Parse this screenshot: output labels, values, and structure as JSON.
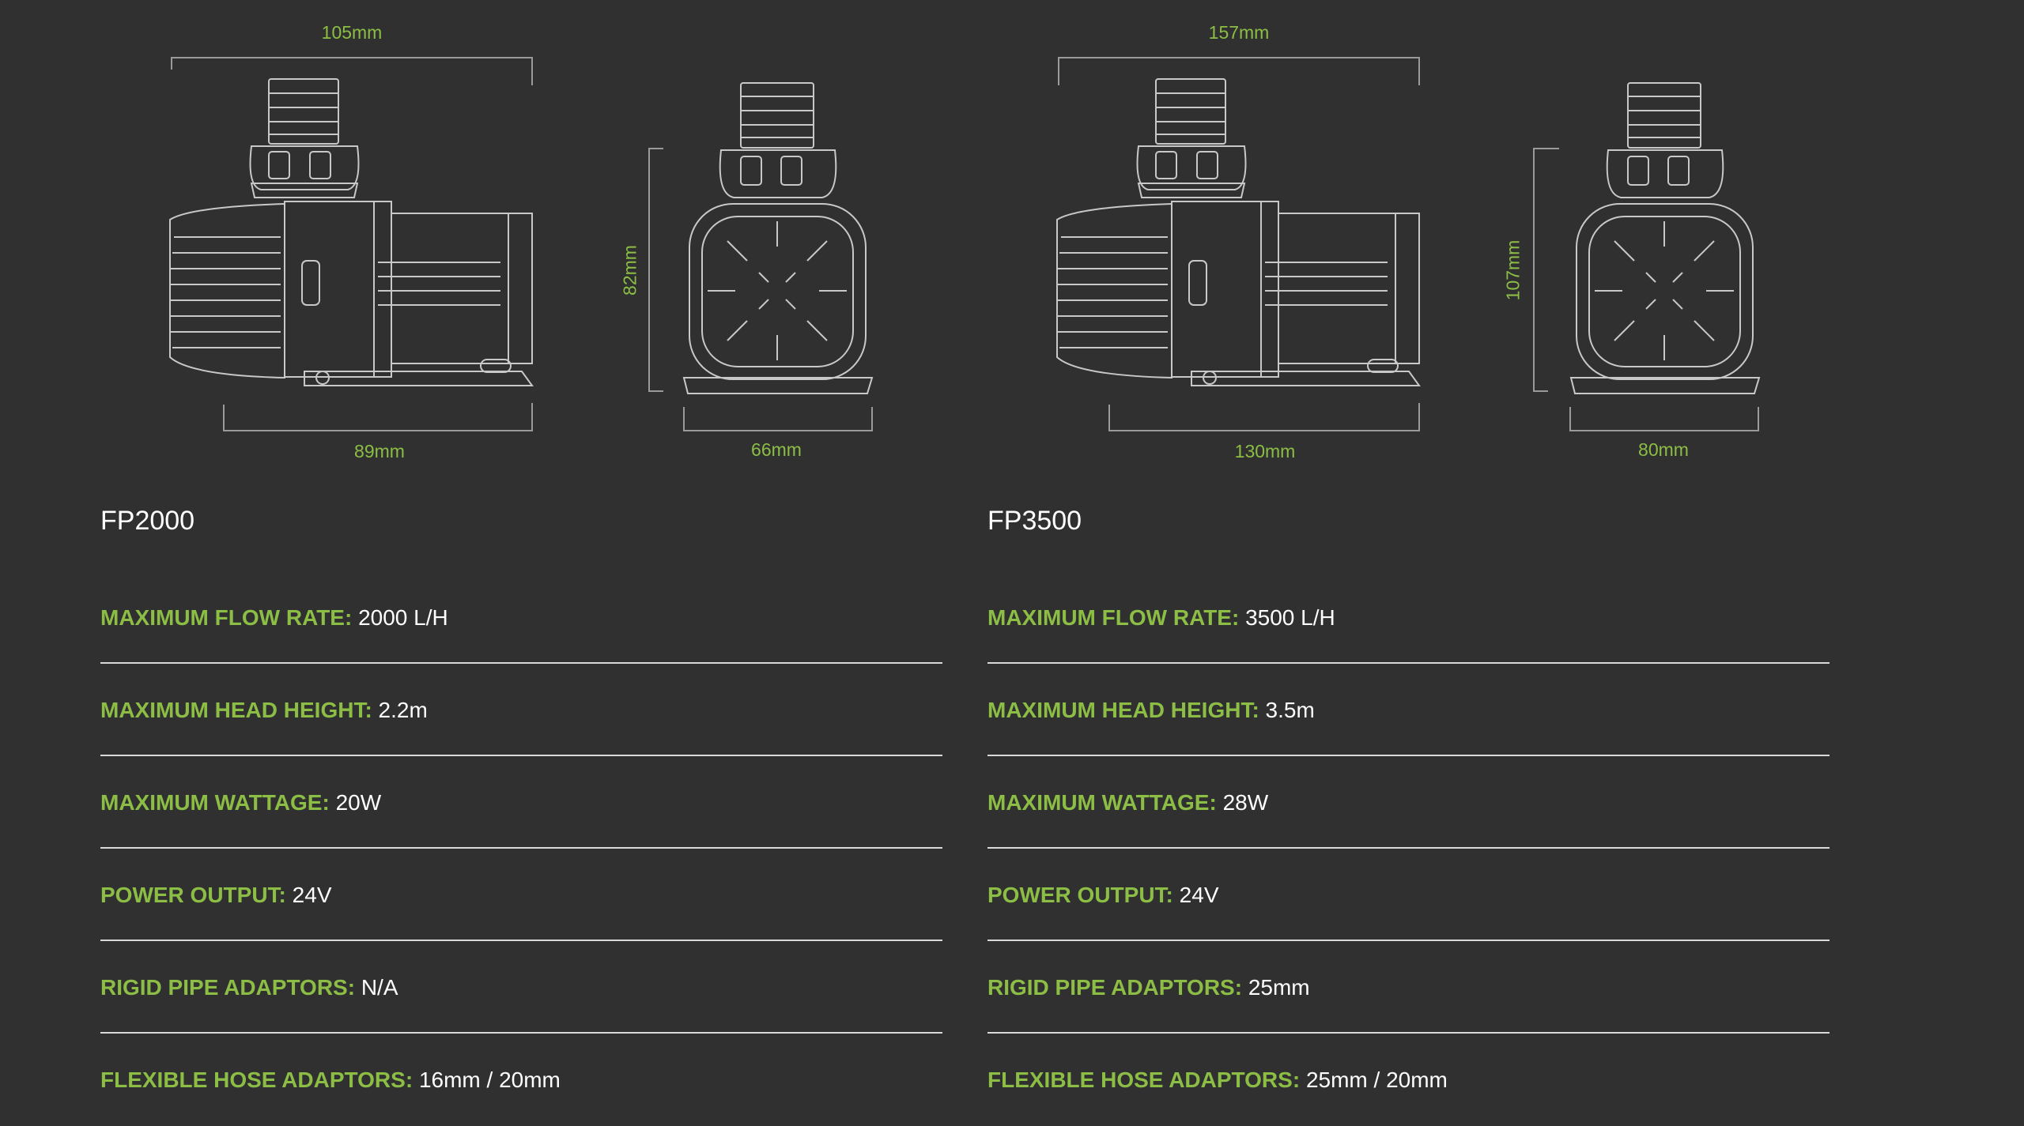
{
  "products": [
    {
      "model": "FP2000",
      "dimensions": {
        "side_width": "105mm",
        "side_base": "89mm",
        "front_height": "82mm",
        "front_base": "66mm"
      },
      "specs": [
        {
          "label": "MAXIMUM FLOW RATE:",
          "value": "2000 L/H"
        },
        {
          "label": "MAXIMUM HEAD HEIGHT:",
          "value": "2.2m"
        },
        {
          "label": "MAXIMUM WATTAGE:",
          "value": "20W"
        },
        {
          "label": "POWER OUTPUT:",
          "value": "24V"
        },
        {
          "label": "RIGID PIPE ADAPTORS:",
          "value": "N/A"
        },
        {
          "label": "FLEXIBLE HOSE ADAPTORS:",
          "value": "16mm / 20mm"
        }
      ]
    },
    {
      "model": "FP3500",
      "dimensions": {
        "side_width": "157mm",
        "side_base": "130mm",
        "front_height": "107mm",
        "front_base": "80mm"
      },
      "specs": [
        {
          "label": "MAXIMUM FLOW RATE:",
          "value": "3500 L/H"
        },
        {
          "label": "MAXIMUM HEAD HEIGHT:",
          "value": "3.5m"
        },
        {
          "label": "MAXIMUM WATTAGE:",
          "value": "28W"
        },
        {
          "label": "POWER OUTPUT:",
          "value": "24V"
        },
        {
          "label": "RIGID PIPE ADAPTORS:",
          "value": "25mm"
        },
        {
          "label": "FLEXIBLE HOSE ADAPTORS:",
          "value": "25mm / 20mm"
        }
      ]
    }
  ],
  "colors": {
    "background": "#303030",
    "accent": "#8cbe45",
    "text": "#ffffff",
    "line": "#d9d9d9"
  }
}
